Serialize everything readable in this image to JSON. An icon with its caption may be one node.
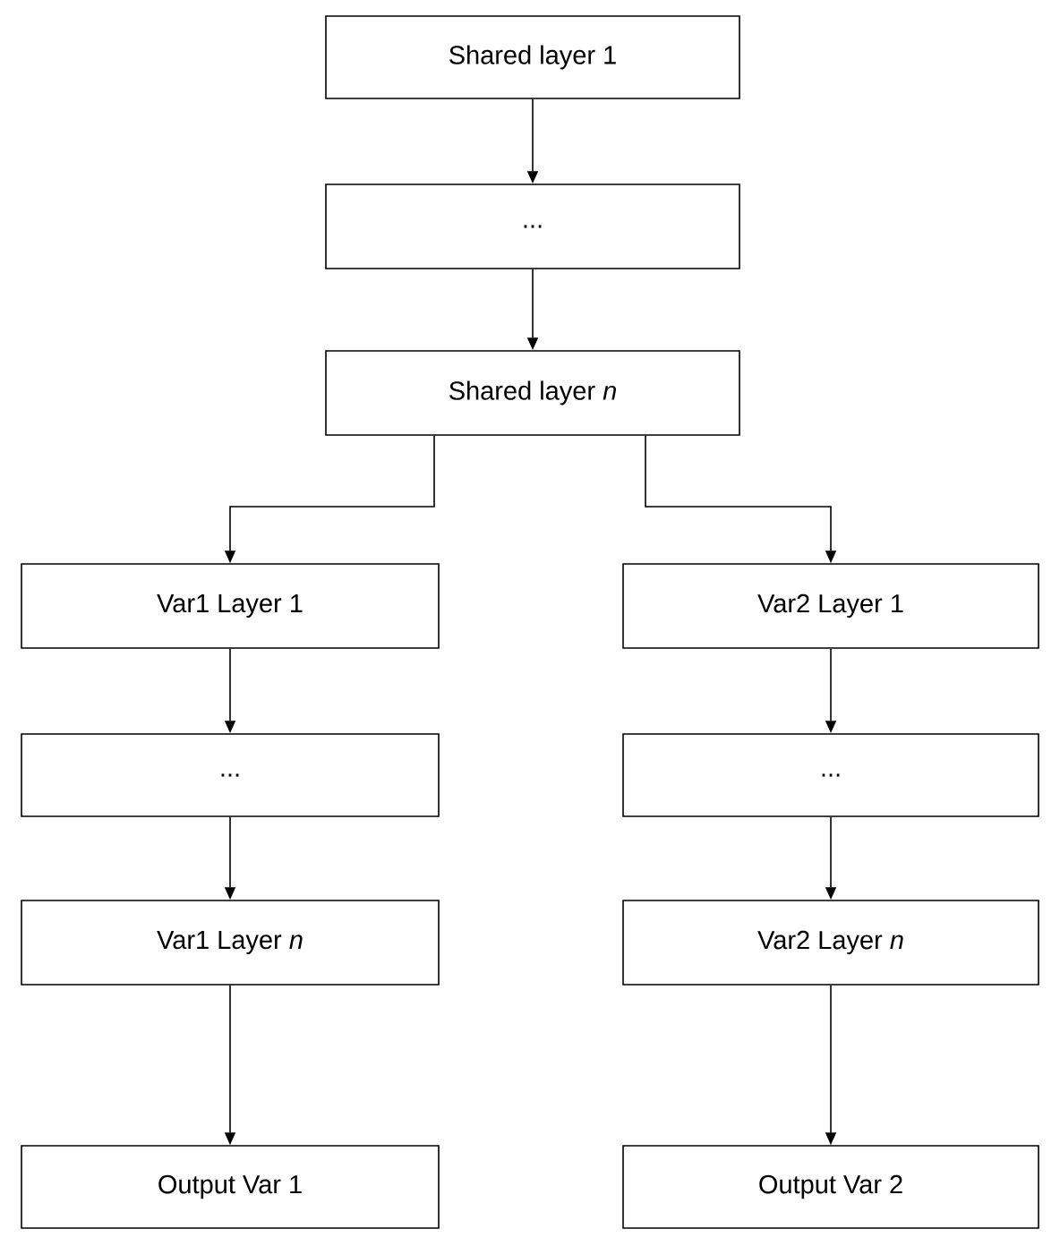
{
  "diagram": {
    "nodes": [
      {
        "text": [
          "Shared layer 1"
        ]
      },
      {
        "text": [
          "..."
        ]
      },
      {
        "text": [
          "Shared layer *n*"
        ]
      },
      {
        "text": [
          "Var1 Layer 1"
        ]
      },
      {
        "text": [
          "..."
        ]
      },
      {
        "text": [
          "Var1 Layer *n*"
        ]
      },
      {
        "text": [
          "Output Var 1"
        ]
      },
      {
        "text": [
          "Var2 Layer 1"
        ]
      },
      {
        "text": [
          "..."
        ]
      },
      {
        "text": [
          "Var2 Layer *n*"
        ]
      },
      {
        "text": [
          "Output Var 2"
        ]
      }
    ],
    "edges": [
      {
        "from": 0,
        "to": 1,
        "arrow": "to"
      },
      {
        "from": 1,
        "to": 2,
        "arrow": "to"
      },
      {
        "from": 2,
        "to": 3,
        "arrow": "to"
      },
      {
        "from": 3,
        "to": 4,
        "arrow": "to"
      },
      {
        "from": 4,
        "to": 5,
        "arrow": "to"
      },
      {
        "from": 5,
        "to": 6,
        "arrow": "to"
      },
      {
        "from": 2,
        "to": 7,
        "arrow": "to"
      },
      {
        "from": 7,
        "to": 8,
        "arrow": "to"
      },
      {
        "from": 8,
        "to": 9,
        "arrow": "to"
      },
      {
        "from": 9,
        "to": 10,
        "arrow": "to"
      }
    ]
  }
}
